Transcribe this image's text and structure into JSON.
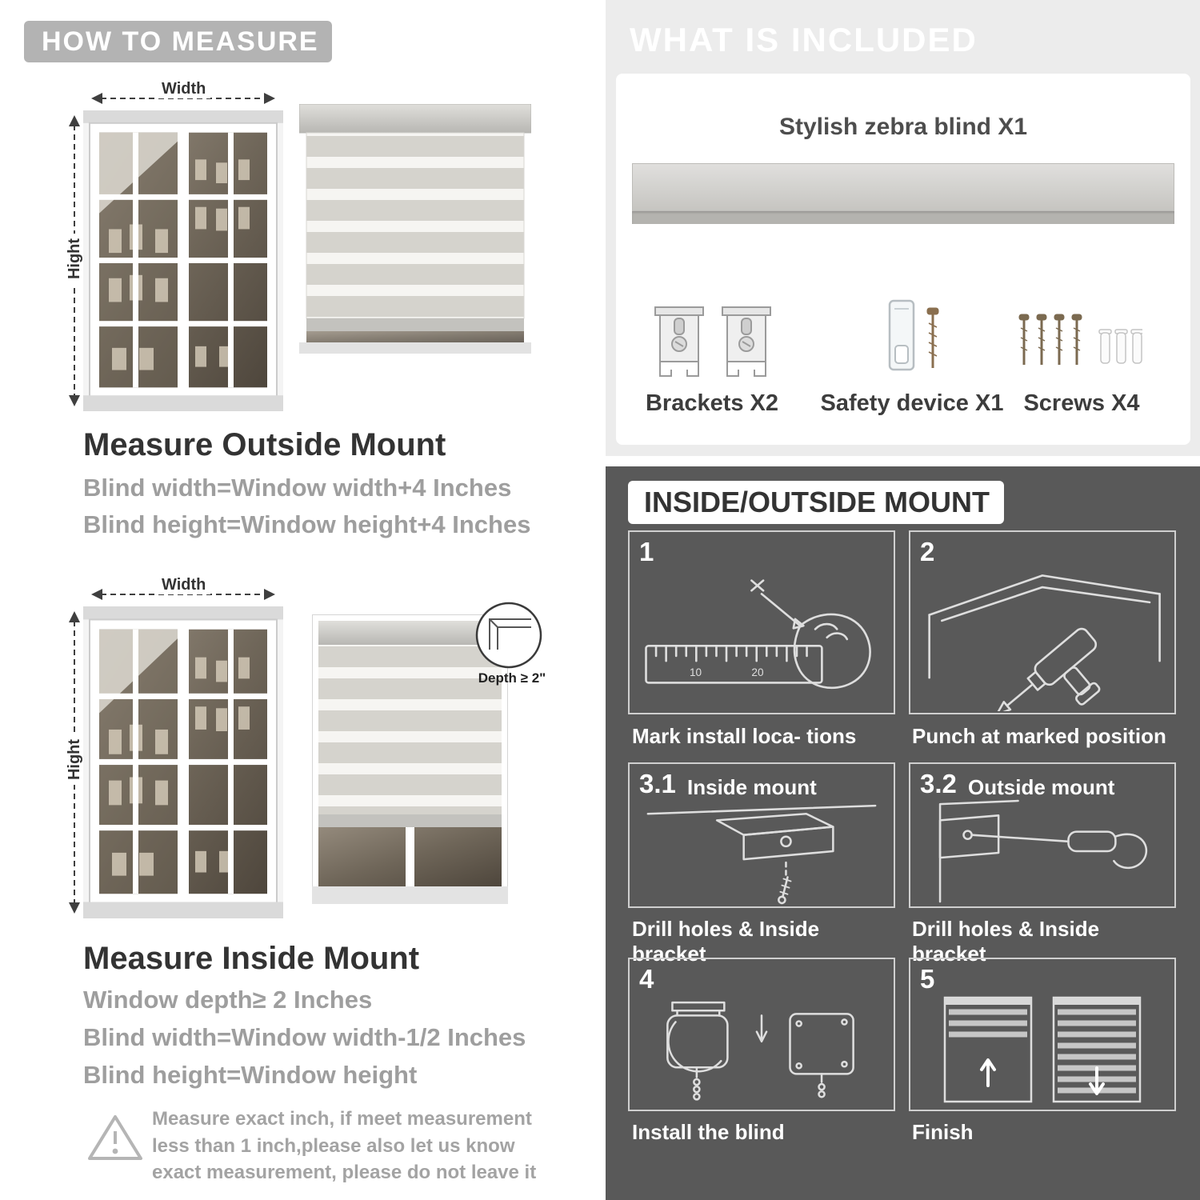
{
  "left": {
    "title": "HOW TO MEASURE",
    "outside": {
      "width_label": "Width",
      "height_label": "Hight",
      "heading": "Measure Outside Mount",
      "line1": "Blind width=Window width+4 Inches",
      "line2": "Blind height=Window height+4 Inches"
    },
    "inside": {
      "width_label": "Width",
      "height_label": "Hight",
      "depth_label": "Depth ≥ 2\"",
      "heading": "Measure Inside Mount",
      "line1": "Window depth≥ 2 Inches",
      "line2": "Blind width=Window width-1/2 Inches",
      "line3": "Blind height=Window height"
    },
    "note": "Measure exact inch, if meet measurement less than 1 inch,please also let us know exact measurement, please do not leave it"
  },
  "right": {
    "included": {
      "title": "WHAT IS INCLUDED",
      "product_label": "Stylish zebra blind X1",
      "items": [
        {
          "label": "Brackets X2"
        },
        {
          "label": "Safety device X1"
        },
        {
          "label": "Screws X4"
        }
      ]
    },
    "mount": {
      "title": "INSIDE/OUTSIDE MOUNT",
      "steps": [
        {
          "num": "1",
          "tag": "",
          "caption": "Mark install loca- tions"
        },
        {
          "num": "2",
          "tag": "",
          "caption": "Punch at  marked position"
        },
        {
          "num": "3.1",
          "tag": "Inside mount",
          "caption": "Drill holes &  Inside bracket"
        },
        {
          "num": "3.2",
          "tag": "Outside mount",
          "caption": "Drill holes &  Inside bracket"
        },
        {
          "num": "4",
          "tag": "",
          "caption": "Install the blind"
        },
        {
          "num": "5",
          "tag": "",
          "caption": "Finish"
        }
      ]
    }
  },
  "colors": {
    "title_pill": "#b3b3b3",
    "light_panel": "#ececec",
    "dark_panel": "#595959",
    "blind_stripe": "#d5d3cd"
  }
}
